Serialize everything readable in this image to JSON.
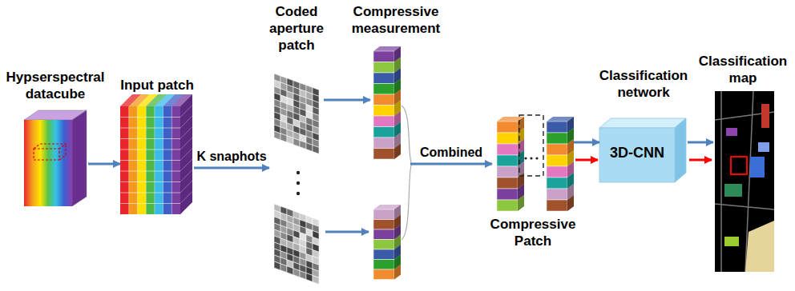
{
  "diagram": {
    "nodes": [
      {
        "text": [
          "Hypserspectral datacube"
        ]
      },
      {
        "text": [
          "Input patch"
        ]
      },
      {
        "text": [
          "Coded aperture patch"
        ]
      },
      {
        "text": [
          "Compressive measurement"
        ]
      },
      {
        "text": [
          "Compressive Patch"
        ]
      },
      {
        "text": [
          "Classification network",
          "3D-CNN"
        ]
      },
      {
        "text": [
          "Classification map"
        ]
      }
    ],
    "edges": [
      {
        "from": 0,
        "to": 1,
        "arrow": "to"
      },
      {
        "from": 1,
        "to": 2,
        "label": "K snaphots",
        "arrow": "to"
      },
      {
        "from": 2,
        "to": 3,
        "arrow": "to"
      },
      {
        "from": 3,
        "to": 4,
        "label": "Combined",
        "arrow": "to"
      },
      {
        "from": 4,
        "to": 5,
        "arrow": "to"
      },
      {
        "from": 5,
        "to": 6,
        "arrow": "to"
      }
    ]
  }
}
